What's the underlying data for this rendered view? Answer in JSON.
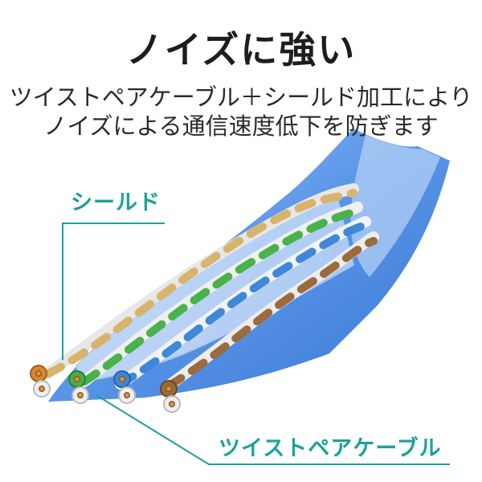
{
  "headline": "ノイズに強い",
  "subtitle_line1": "ツイストペアケーブル＋シールド加工により",
  "subtitle_line2": "ノイズによる通信速度低下を防ぎます",
  "callouts": {
    "shield": "シールド",
    "twisted_pair": "ツイストペアケーブル"
  },
  "colors": {
    "accent": "#1aa29a",
    "cable_blue": "#3d7fe0",
    "text": "#1d1d1d"
  }
}
